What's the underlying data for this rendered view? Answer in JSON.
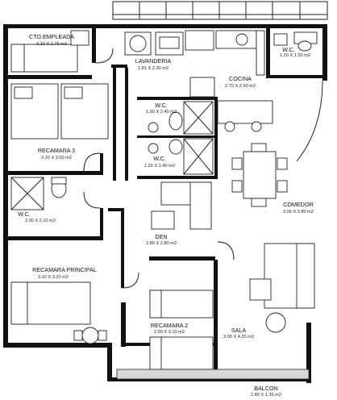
{
  "rooms": {
    "cto_empleada": {
      "name": "CTO.EMPLEADA",
      "dims": "3.10 X 1.75 m2"
    },
    "lavanderia": {
      "name": "LAVANDERIA",
      "dims": "1.81 X 2.30 m2"
    },
    "cocina": {
      "name": "COCINA",
      "dims": "2.70 X 2.50 m2"
    },
    "wc_servicio": {
      "name": "W.C.",
      "dims": "1.20 X 1.50 m2"
    },
    "wc_1": {
      "name": "W.C.",
      "dims": "1.30 X 2.40 m2"
    },
    "recamara_3": {
      "name": "RECAMARA 3",
      "dims": "3.10 X 3.00 m2"
    },
    "wc_2": {
      "name": "W.C.",
      "dims": "1.20 X 2.40 m2"
    },
    "comedor": {
      "name": "COMEDOR",
      "dims": "3.00 X 2.80 m2"
    },
    "wc_principal": {
      "name": "W.C.",
      "dims": "2.00 X 2.10 m2"
    },
    "den": {
      "name": "DEN",
      "dims": "2.80 X 2.80 m2"
    },
    "recamara_principal": {
      "name": "RECAMARA PRINCIPAL",
      "dims": "3.10 X 3.20 m2"
    },
    "recamara_2": {
      "name": "RECAMARA 2",
      "dims": "2.60 X 3.10 m2"
    },
    "sala": {
      "name": "SALA",
      "dims": "3.00 X 4.20 m2"
    },
    "balcon": {
      "name": "BALCON",
      "dims": "2.80 X 1.35 m2"
    }
  }
}
